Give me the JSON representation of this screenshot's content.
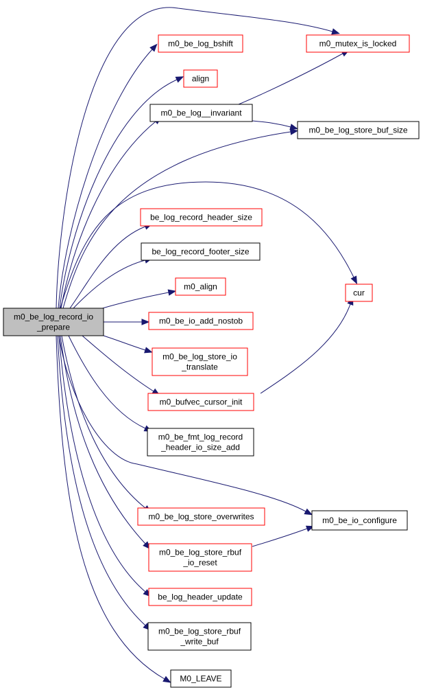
{
  "colors": {
    "root_fill": "#bfbfbf",
    "linked_stroke": "#ff0000",
    "plain_stroke": "#000000",
    "edge": "#191970"
  },
  "nodes": {
    "root": {
      "lines": [
        "m0_be_log_record_io",
        "_prepare"
      ],
      "style": "root"
    },
    "bshift": {
      "lines": [
        "m0_be_log_bshift"
      ],
      "style": "red"
    },
    "mutex_locked": {
      "lines": [
        "m0_mutex_is_locked"
      ],
      "style": "red"
    },
    "align": {
      "lines": [
        "align"
      ],
      "style": "red"
    },
    "invariant": {
      "lines": [
        "m0_be_log__invariant"
      ],
      "style": "black"
    },
    "store_buf_size": {
      "lines": [
        "m0_be_log_store_buf_size"
      ],
      "style": "black"
    },
    "header_size": {
      "lines": [
        "be_log_record_header_size"
      ],
      "style": "red"
    },
    "footer_size": {
      "lines": [
        "be_log_record_footer_size"
      ],
      "style": "black"
    },
    "cur": {
      "lines": [
        "cur"
      ],
      "style": "red"
    },
    "m0_align": {
      "lines": [
        "m0_align"
      ],
      "style": "red"
    },
    "add_nostob": {
      "lines": [
        "m0_be_io_add_nostob"
      ],
      "style": "red"
    },
    "io_translate": {
      "lines": [
        "m0_be_log_store_io",
        "_translate"
      ],
      "style": "red"
    },
    "cursor_init": {
      "lines": [
        "m0_bufvec_cursor_init"
      ],
      "style": "red"
    },
    "fmt_header": {
      "lines": [
        "m0_be_fmt_log_record",
        "_header_io_size_add"
      ],
      "style": "black"
    },
    "overwrites": {
      "lines": [
        "m0_be_log_store_overwrites"
      ],
      "style": "red"
    },
    "io_configure": {
      "lines": [
        "m0_be_io_configure"
      ],
      "style": "black"
    },
    "rbuf_io_reset": {
      "lines": [
        "m0_be_log_store_rbuf",
        "_io_reset"
      ],
      "style": "red"
    },
    "header_update": {
      "lines": [
        "be_log_header_update"
      ],
      "style": "red"
    },
    "rbuf_write_buf": {
      "lines": [
        "m0_be_log_store_rbuf",
        "_write_buf"
      ],
      "style": "black"
    },
    "leave": {
      "lines": [
        "M0_LEAVE"
      ],
      "style": "black"
    }
  }
}
